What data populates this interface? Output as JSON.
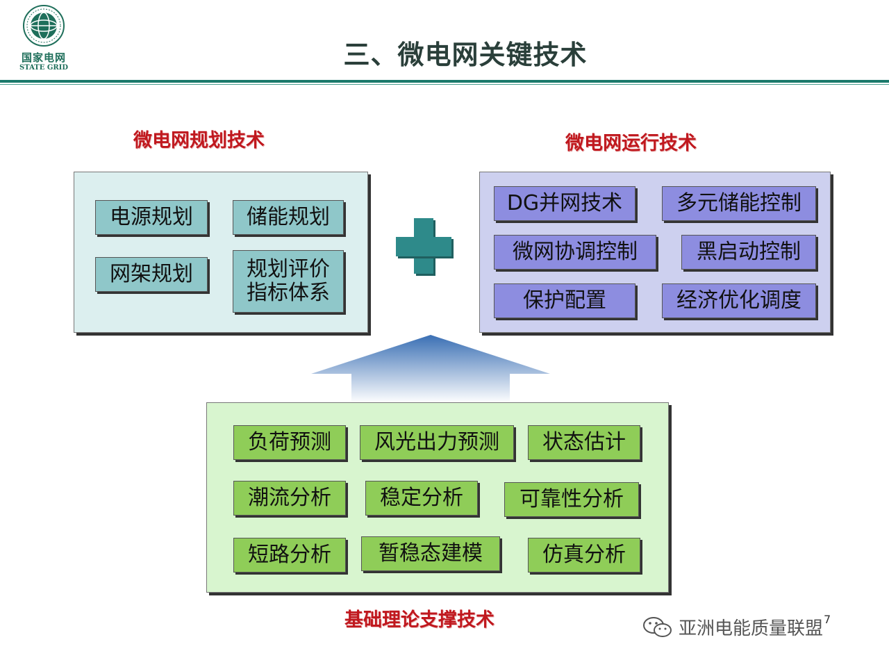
{
  "header": {
    "logo_cn": "国家电网",
    "logo_en": "STATE GRID",
    "title": "三、微电网关键技术"
  },
  "planning": {
    "heading": "微电网规划技术",
    "items": [
      "电源规划",
      "储能规划",
      "网架规划",
      "规划评价\n指标体系"
    ]
  },
  "operation": {
    "heading": "微电网运行技术",
    "items": [
      "DG并网技术",
      "多元储能控制",
      "微网协调控制",
      "黑启动控制",
      "保护配置",
      "经济优化调度"
    ]
  },
  "foundation": {
    "heading": "基础理论支撑技术",
    "items": [
      "负荷预测",
      "风光出力预测",
      "状态估计",
      "潮流分析",
      "稳定分析",
      "可靠性分析",
      "短路分析",
      "暂稳态建模",
      "仿真分析"
    ]
  },
  "watermark": "亚洲电能质量联盟",
  "page_number": "7",
  "colors": {
    "title": "#2a3f3a",
    "heading_red": "#c0181e",
    "rule": "#1b7a6b",
    "plan_panel": "#dcefef",
    "plan_box": "#8fc7c9",
    "run_panel": "#cdd0ef",
    "run_box": "#8d8de0",
    "base_panel": "#d8f5cf",
    "base_box": "#8fcd58",
    "plus": "#2e8a8a"
  }
}
